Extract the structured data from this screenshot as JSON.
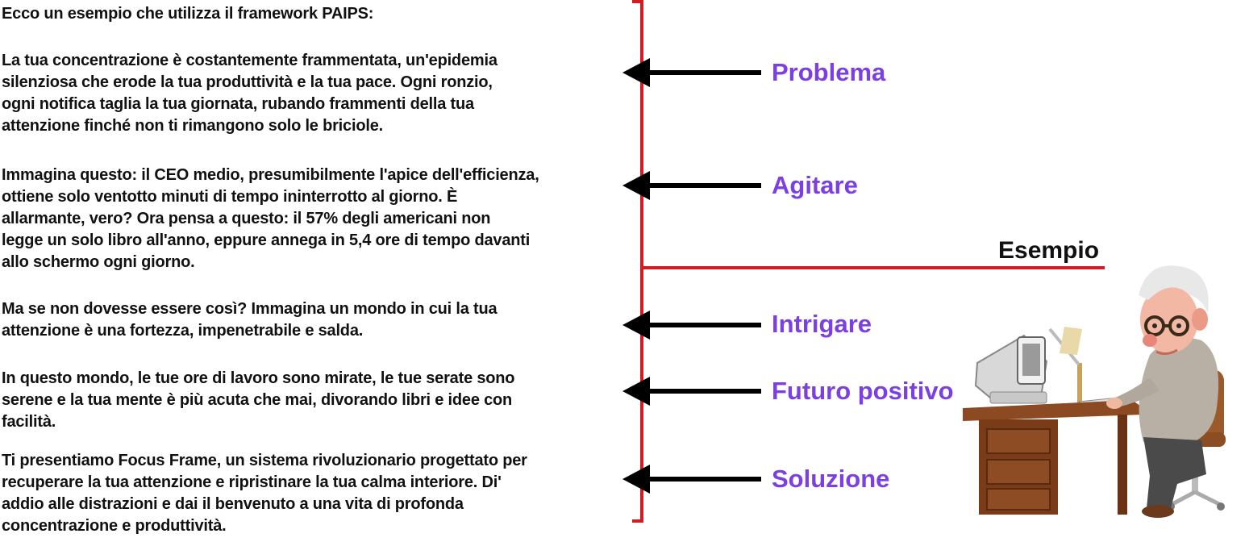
{
  "intro": "Ecco un esempio che utilizza il framework PAIPS:",
  "paragraphs": [
    "La tua concentrazione è costantemente frammentata, un'epidemia\nsilenziosa che erode la tua produttività e la tua pace. Ogni ronzio,\nogni notifica taglia la tua giornata, rubando frammenti della tua\nattenzione finché non ti rimangono solo le briciole.",
    "Immagina questo: il CEO medio, presumibilmente l'apice dell'efficienza,\nottiene solo ventotto minuti di tempo ininterrotto al giorno. È\nallarmante, vero? Ora pensa a questo: il 57% degli americani non\nlegge un solo libro all'anno, eppure annega in 5,4 ore di tempo davanti\nallo schermo ogni giorno.",
    "Ma se non dovesse essere così? Immagina un mondo in cui la tua\nattenzione è una fortezza, impenetrabile e salda.",
    "In questo mondo, le tue ore di lavoro sono mirate, le tue serate sono\nserene e la tua mente è più acuta che mai, divorando libri e idee con\nfacilità.",
    "Ti presentiamo Focus Frame, un sistema rivoluzionario progettato per\nrecuperare la tua attenzione e ripristinare la tua calma interiore. Di'\naddio alle distrazioni e dai il benvenuto a una vita di profonda\nconcentrazione e produttività."
  ],
  "steps": [
    "Problema",
    "Agitare",
    "Intrigare",
    "Futuro positivo",
    "Soluzione"
  ],
  "example_label": "Esempio",
  "colors": {
    "step_label": "#7b3fe4",
    "bracket_line": "#d01c24",
    "arrow": "#000000",
    "text": "#111111"
  },
  "illustration": "elderly man with glasses typing at a retro computer on a wooden desk"
}
